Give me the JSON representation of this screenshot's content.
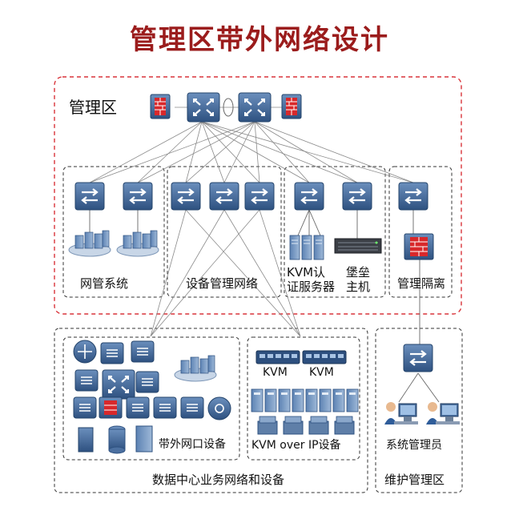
{
  "title": "管理区带外网络设计",
  "zones": {
    "mgmt": "管理区",
    "netmgmt": "网管系统",
    "devmgmt": "设备管理网络",
    "kvm_auth_line1": "KVM认",
    "kvm_auth_line2": "证服务器",
    "bastion_line1": "堡垒",
    "bastion_line2": "主机",
    "isolation": "管理隔离",
    "oob_ports": "带外网口设备",
    "kvm_a": "KVM",
    "kvm_b": "KVM",
    "kvm_over_ip": "KVM over IP设备",
    "dc": "数据中心业务网络和设备",
    "sysadmin": "系统管理员",
    "maint": "维护管理区"
  },
  "colors": {
    "title": "#9b1c1c",
    "mgmt_border": "#d9343a",
    "zone_border": "#333333",
    "device_blue": "#3f6594",
    "firewall_red": "#d8282b"
  }
}
